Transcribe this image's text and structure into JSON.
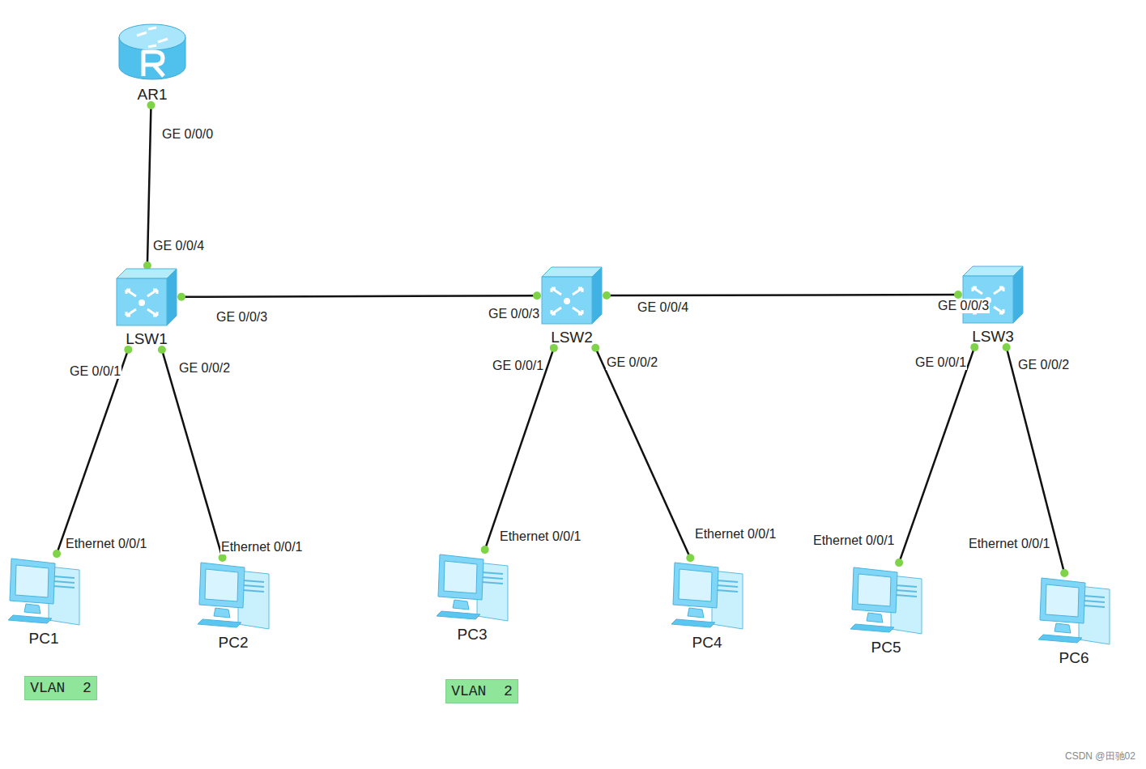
{
  "diagram": {
    "nodes": [
      {
        "text": [
          "AR1"
        ]
      },
      {
        "text": [
          "LSW1"
        ]
      },
      {
        "text": [
          "LSW2"
        ]
      },
      {
        "text": [
          "LSW3"
        ]
      },
      {
        "text": [
          "PC1"
        ]
      },
      {
        "text": [
          "PC2"
        ]
      },
      {
        "text": [
          "PC3"
        ]
      },
      {
        "text": [
          "PC4"
        ]
      },
      {
        "text": [
          "PC5"
        ]
      },
      {
        "text": [
          "PC6"
        ]
      },
      {
        "text": [
          "VLAN  2"
        ]
      },
      {
        "text": [
          "VLAN  2"
        ]
      }
    ],
    "edges": [
      {
        "from": 0,
        "to": 1,
        "arrow": "none"
      },
      {
        "from": 1,
        "to": 2,
        "arrow": "none"
      },
      {
        "from": 2,
        "to": 3,
        "arrow": "none"
      },
      {
        "from": 1,
        "to": 4,
        "arrow": "none"
      },
      {
        "from": 1,
        "to": 5,
        "arrow": "none"
      },
      {
        "from": 2,
        "to": 6,
        "arrow": "none"
      },
      {
        "from": 2,
        "to": 7,
        "arrow": "none"
      },
      {
        "from": 3,
        "to": 8,
        "arrow": "none"
      },
      {
        "from": 3,
        "to": 9,
        "arrow": "none"
      }
    ],
    "labels": [
      "GE 0/0/0",
      "GE 0/0/4",
      "GE 0/0/3",
      "GE 0/0/3",
      "GE 0/0/4",
      "GE 0/0/3",
      "GE 0/0/1",
      "GE 0/0/2",
      "GE 0/0/1",
      "GE 0/0/2",
      "GE 0/0/1",
      "GE 0/0/2",
      "Ethernet 0/0/1",
      "Ethernet 0/0/1",
      "Ethernet 0/0/1",
      "Ethernet 0/0/1",
      "Ethernet 0/0/1",
      "Ethernet 0/0/1",
      "CSDN @田驰02"
    ]
  }
}
